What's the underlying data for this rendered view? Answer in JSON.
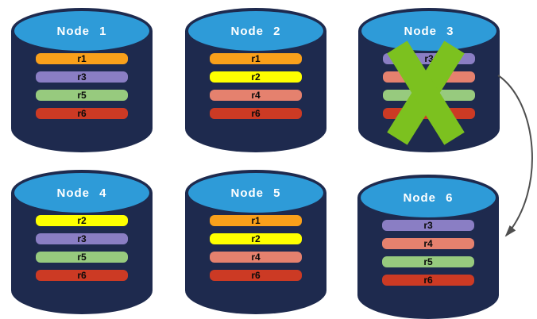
{
  "palette": {
    "cylinder_body": "#1E2A4E",
    "cylinder_top": "#2E9BD8",
    "title_text": "#FFFFFF",
    "bar_text": "#0A0A0A"
  },
  "replica_colors": {
    "r1": "#F9A01B",
    "r2": "#FEFF00",
    "r3": "#8A7EC4",
    "r4": "#E5816E",
    "r5": "#97CA7E",
    "r6": "#CC3A24"
  },
  "nodes": [
    {
      "title": "Node 1",
      "bars": [
        {
          "label": "r1",
          "color": "#F9A01B"
        },
        {
          "label": "r3",
          "color": "#8A7EC4"
        },
        {
          "label": "r5",
          "color": "#97CA7E"
        },
        {
          "label": "r6",
          "color": "#CC3A24"
        }
      ]
    },
    {
      "title": "Node 2",
      "bars": [
        {
          "label": "r1",
          "color": "#F9A01B"
        },
        {
          "label": "r2",
          "color": "#FEFF00"
        },
        {
          "label": "r4",
          "color": "#E5816E"
        },
        {
          "label": "r6",
          "color": "#CC3A24"
        }
      ]
    },
    {
      "title": "Node 3",
      "bars": [
        {
          "label": "r3",
          "color": "#8A7EC4"
        },
        {
          "label": "",
          "color": "#E5816E"
        },
        {
          "label": "",
          "color": "#97CA7E"
        },
        {
          "label": "",
          "color": "#CC3A24"
        }
      ]
    },
    {
      "title": "Node 4",
      "bars": [
        {
          "label": "r2",
          "color": "#FEFF00"
        },
        {
          "label": "r3",
          "color": "#8A7EC4"
        },
        {
          "label": "r5",
          "color": "#97CA7E"
        },
        {
          "label": "r6",
          "color": "#CC3A24"
        }
      ]
    },
    {
      "title": "Node 5",
      "bars": [
        {
          "label": "r1",
          "color": "#F9A01B"
        },
        {
          "label": "r2",
          "color": "#FEFF00"
        },
        {
          "label": "r4",
          "color": "#E5816E"
        },
        {
          "label": "r6",
          "color": "#CC3A24"
        }
      ]
    },
    {
      "title": "Node 6",
      "bars": [
        {
          "label": "r3",
          "color": "#8A7EC4"
        },
        {
          "label": "r4",
          "color": "#E5816E"
        },
        {
          "label": "r5",
          "color": "#97CA7E"
        },
        {
          "label": "r6",
          "color": "#CC3A24"
        }
      ]
    }
  ],
  "failure_mark": {
    "on_node": "Node 3",
    "color": "#7CC11F"
  },
  "arrow": {
    "from": "Node 3",
    "to": "Node 6",
    "color": "#4F4F4F"
  }
}
